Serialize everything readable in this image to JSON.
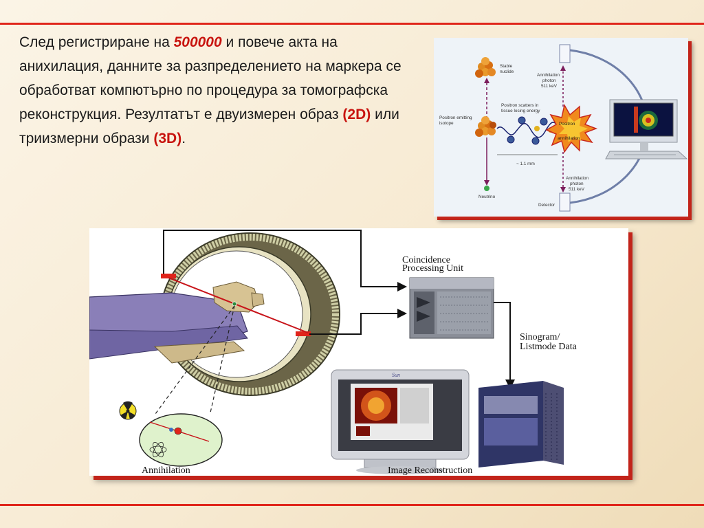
{
  "text": {
    "p1": "След регистриране на ",
    "n1": "500000",
    "p2": " и повече акта на анихилация, данните за разпределението на маркера се обработват компютърно по процедура за томографска реконструкция. Резултатът е двуизмерен образ ",
    "n2": "(2D)",
    "p3": " или триизмерни образи ",
    "n3": "(3D)",
    "p4": "."
  },
  "figure1": {
    "stable": [
      "Stable",
      "nuclide"
    ],
    "emitting": [
      "Positron emitting",
      "isotope"
    ],
    "scatter": [
      "Positron scatters in",
      "tissue losing energy"
    ],
    "photon_top": [
      "Annihilation",
      "photon",
      "511 keV"
    ],
    "photon_bottom": [
      "Annihilation",
      "photon",
      "511 keV"
    ],
    "positron": "Positron",
    "annihilation": "annihilation",
    "distance": "~ 1.1 mm",
    "neutrino": "Neutrino",
    "detector": "Detector"
  },
  "figure2": {
    "cpu": [
      "Coincidence",
      "Processing Unit"
    ],
    "sinogram": [
      "Sinogram/",
      "Listmode Data"
    ],
    "annihilation": "Annihilation",
    "reconstruction": "Image Reconstruction",
    "sun": "Sun"
  },
  "colors": {
    "accent": "#e0261b",
    "highlight": "#c8140f"
  }
}
